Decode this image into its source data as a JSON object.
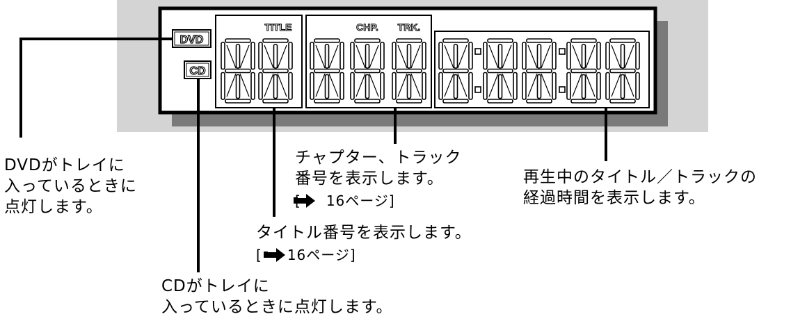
{
  "panel": {
    "indicators": {
      "dvd": "DVD",
      "cd": "CD"
    },
    "headings": {
      "title": "TITLE",
      "chapter": "CHP.",
      "track": "TRK."
    }
  },
  "callouts": {
    "dvd": {
      "line1": "DVDがトレイに",
      "line2": "入っているときに",
      "line3": "点灯します。"
    },
    "cd": {
      "line1": "CDがトレイに",
      "line2": "入っているときに点灯します。"
    },
    "chapter_track": {
      "line1": "チャプター、トラック",
      "line2": "番号を表示します。",
      "ref_open": "[",
      "ref_text": "16ページ]"
    },
    "title_number": {
      "line1": "タイトル番号を表示します。",
      "ref_open": "[",
      "ref_text": "16ページ]"
    },
    "elapsed": {
      "line1": "再生中のタイトル／トラックの",
      "line2": "経過時間を表示します。"
    }
  },
  "colors": {
    "frame_bg": "#d4d4d4",
    "shadow": "#7a7a7a",
    "line": "#000000",
    "segment": "#000000"
  }
}
